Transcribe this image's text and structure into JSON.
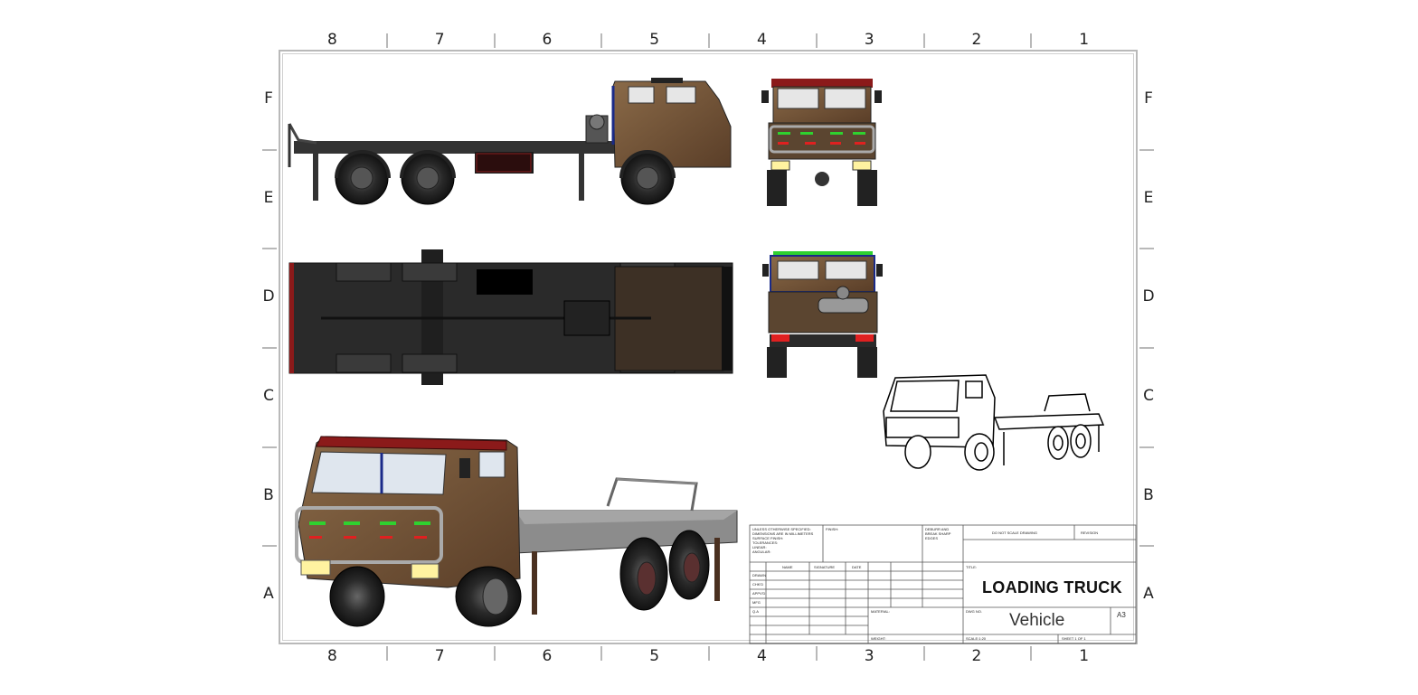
{
  "sheet": {
    "zone_columns": [
      "8",
      "7",
      "6",
      "5",
      "4",
      "3",
      "2",
      "1"
    ],
    "zone_rows": [
      "F",
      "E",
      "D",
      "C",
      "B",
      "A"
    ],
    "border_color": "#b9b9b9"
  },
  "title_block": {
    "title": "LOADING TRUCK",
    "drawing_name": "Vehicle",
    "size": "A3",
    "notes": [
      "UNLESS OTHERWISE SPECIFIED:",
      "DIMENSIONS ARE IN MILLIMETERS",
      "SURFACE FINISH:",
      "TOLERANCES:",
      "LINEAR:",
      "ANGULAR:"
    ],
    "finish_label": "FINISH:",
    "deburr_label": "DEBURR AND BREAK SHARP EDGES",
    "do_not_scale": "DO NOT SCALE DRAWING",
    "revision_label": "REVISION",
    "col_name": "NAME",
    "col_signature": "SIGNATURE",
    "col_date": "DATE",
    "rows": [
      "DRAWN",
      "CHK'D",
      "APPV'D",
      "MFG",
      "Q.A"
    ],
    "material_label": "MATERIAL:",
    "weight_label": "WEIGHT:",
    "title_label": "TITLE:",
    "dwg_no_label": "DWG NO.",
    "scale_label": "SCALE:1:20",
    "sheet_label": "SHEET 1 OF 1"
  },
  "views": [
    "side-view",
    "front-view",
    "top-view",
    "rear-view",
    "isometric-colored-view",
    "isometric-line-view"
  ],
  "colors": {
    "cab_brown": "#7a5a3a",
    "roof_red": "#8b1a1a",
    "chassis_dark": "#2e2e2e",
    "bed_grey": "#8c8c8c",
    "light_yellow": "#fff3a0",
    "light_green": "#2fd12f",
    "light_red": "#e02020"
  }
}
